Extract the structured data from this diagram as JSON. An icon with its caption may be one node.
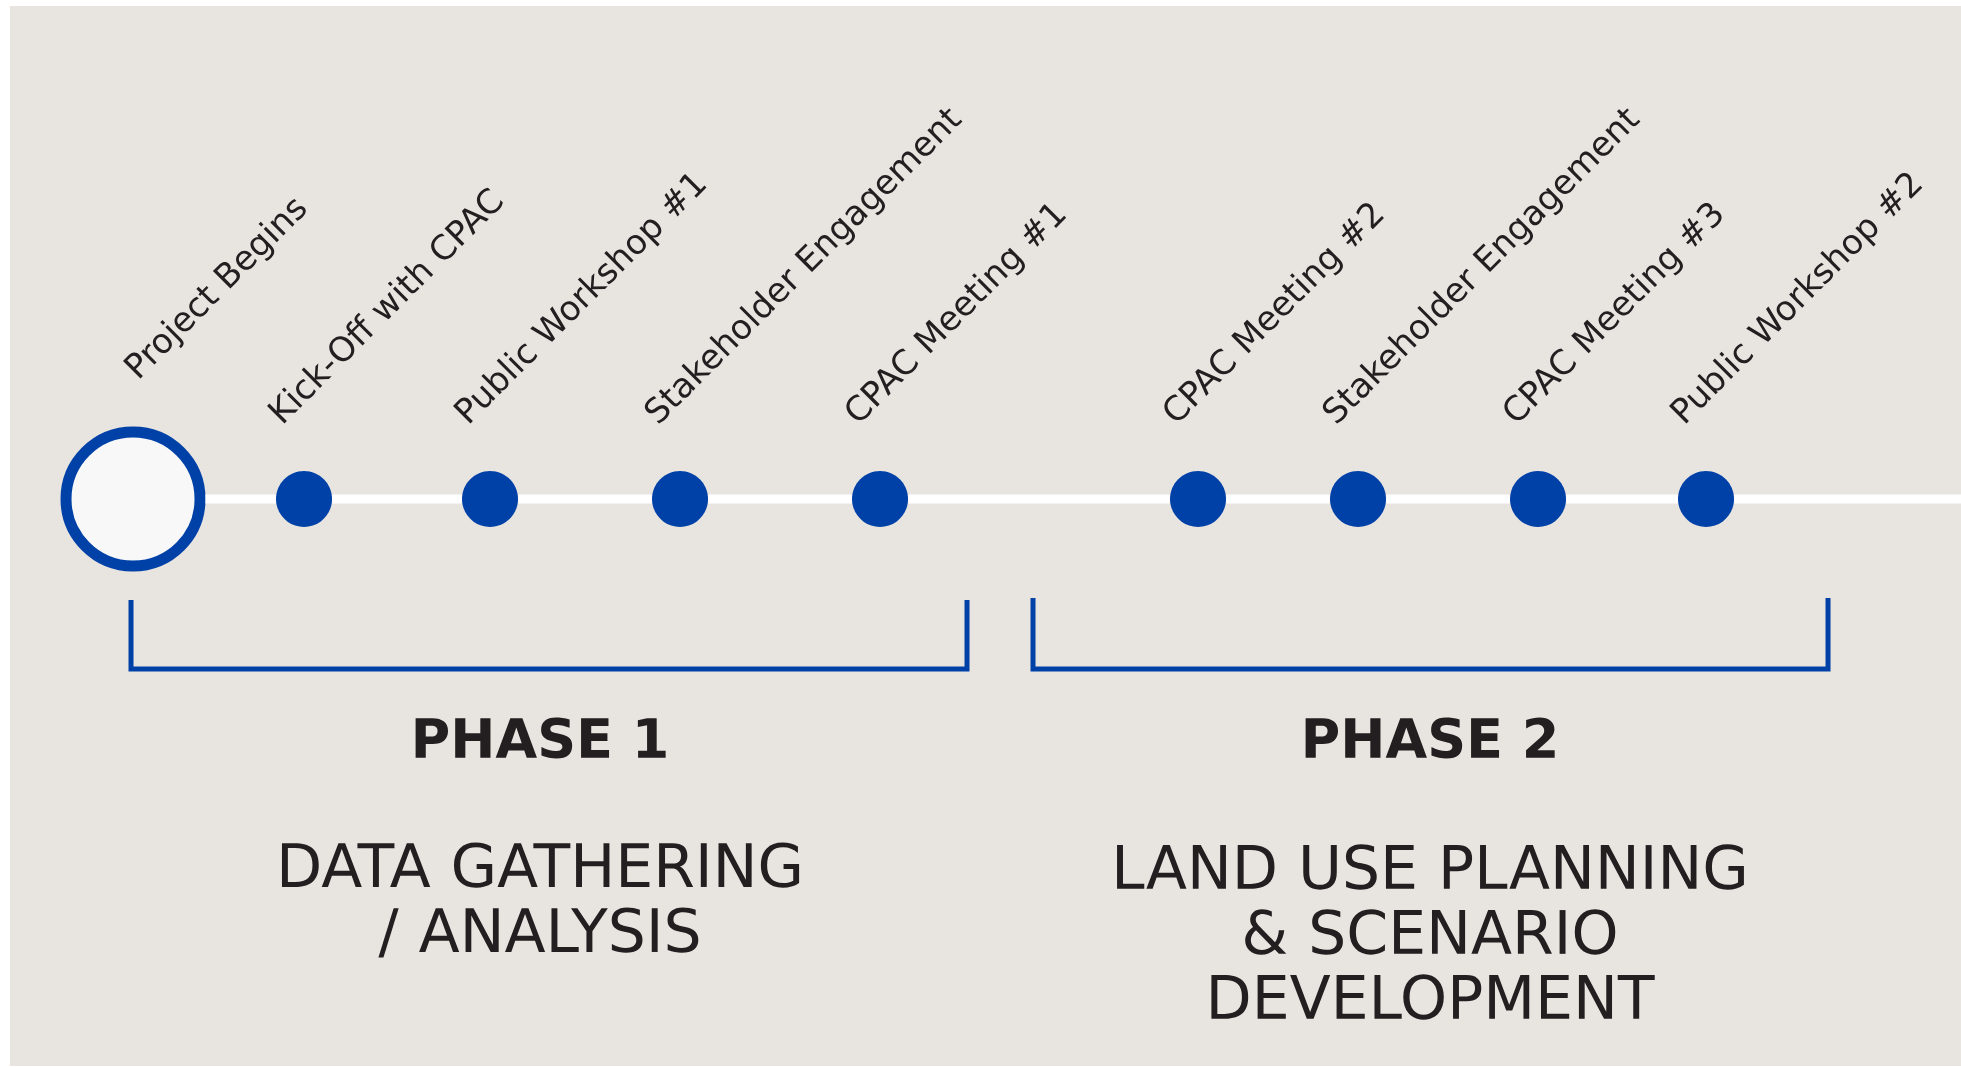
{
  "diagram": {
    "nodes": [
      {
        "text": [],
        "shape": "circle",
        "beside": [
          "Project Begins"
        ]
      },
      {
        "text": [],
        "shape": "circle",
        "beside": [
          "Kick-Off with CPAC"
        ]
      },
      {
        "text": [],
        "shape": "circle",
        "beside": [
          "Public Workshop #1"
        ]
      },
      {
        "text": [],
        "shape": "circle",
        "beside": [
          "Stakeholder Engagement"
        ]
      },
      {
        "text": [],
        "shape": "circle",
        "beside": [
          "CPAC Meeting #1"
        ]
      },
      {
        "text": [],
        "shape": "circle",
        "beside": [
          "CPAC Meeting #2"
        ]
      },
      {
        "text": [],
        "shape": "circle",
        "beside": [
          "Stakeholder Engagement"
        ]
      },
      {
        "text": [],
        "shape": "circle",
        "beside": [
          "CPAC Meeting #3"
        ]
      },
      {
        "text": [],
        "shape": "circle",
        "beside": [
          "Public Workshop #2"
        ]
      }
    ],
    "edges": [
      {
        "from": 0,
        "to": 1,
        "arrow": "none"
      },
      {
        "from": 1,
        "to": 2,
        "arrow": "none"
      },
      {
        "from": 2,
        "to": 3,
        "arrow": "none"
      },
      {
        "from": 3,
        "to": 4,
        "arrow": "none"
      },
      {
        "from": 4,
        "to": 5,
        "arrow": "none"
      },
      {
        "from": 5,
        "to": 6,
        "arrow": "none"
      },
      {
        "from": 6,
        "to": 7,
        "arrow": "none"
      },
      {
        "from": 7,
        "to": 8,
        "arrow": "none"
      },
      {
        "from": 8,
        "to": null,
        "arrow": "none"
      }
    ],
    "labels": [
      "PHASE 1",
      "DATA GATHERING / ANALYSIS",
      "PHASE 2",
      "LAND USE PLANNING & SCENARIO DEVELOPMENT"
    ]
  }
}
